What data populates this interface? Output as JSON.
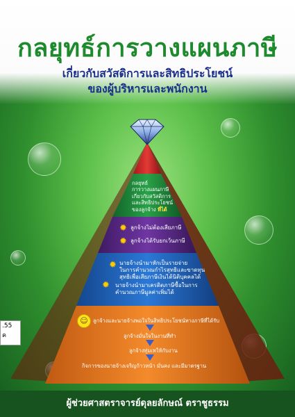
{
  "title": "กลยุทธ์การวางแผนภาษี",
  "subtitle_line1": "เกี่ยวกับสวัสดิการและสิทธิประโยชน์",
  "subtitle_line2": "ของผู้บริหารและพนักงาน",
  "pyramid": {
    "green_lines": [
      "กลยุทธ์",
      "การวางแผนภาษี",
      "เกี่ยวกับสวัสดิการ",
      "และสิทธิประโยชน์",
      "ของลูกจ้าง"
    ],
    "green_tag": "ที่ได้",
    "purple_lines": [
      "ลูกจ้างไม่ต้องเสียภาษี",
      "ลูกจ้างได้รับยกเว้นภาษี"
    ],
    "blue_lines": [
      "นายจ้างนำมาหักเป็นรายจ่าย",
      "ในการคำนวณกำไรสุทธิและขาดทุน",
      "สุทธิเพื่อเสียภาษีเงินได้นิติบุคคลได้",
      "นายจ้างนำมาเครดิตภาษีซื้อในการ",
      "คำนวณภาษีมูลค่าเพิ่มได้"
    ],
    "orange_lines": [
      "ลูกจ้างและนายจ้างพอใจในสิทธิประโยชน์ทางภาษีที่ได้รับ",
      "ลูกจ้างมั่นใจในงานที่ทำ",
      "ลูกจ้างทุ่มเทให้กับงาน",
      "กิจการของนายจ้างเจริญก้าวหน้า มั่นคง และมีมาตรฐาน"
    ]
  },
  "author": "ผู้ช่วยศาสตราจารย์ดุลยลักษณ์ ตราชูธรรม",
  "spine_label": [
    ".55",
    "ค"
  ],
  "colors": {
    "title_green": "#1e8a2e",
    "subtitle_blue": "#1a2f8a",
    "band_red": "#d7262c",
    "band_green": "#1f8b3a",
    "band_purple": "#5b2a8a",
    "band_blue": "#1f63c2",
    "band_orange": "#ee7d22",
    "background_green": "#2f8f2e"
  },
  "icons": [
    "diamond-icon",
    "sun-icon",
    "smiley-icon",
    "down-arrow-icon"
  ]
}
